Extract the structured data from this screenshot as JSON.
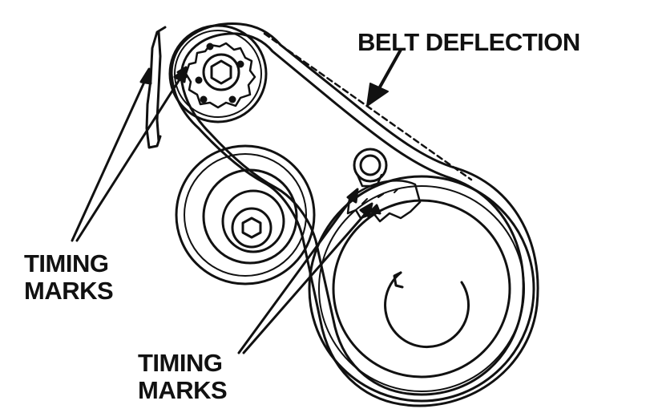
{
  "labels": {
    "belt_deflection": "BELT DEFLECTION",
    "timing_marks_left": {
      "line1": "TIMING",
      "line2": "MARKS"
    },
    "timing_marks_bottom": {
      "line1": "TIMING",
      "line2": "MARKS"
    }
  },
  "colors": {
    "ink": "#111111",
    "background": "#ffffff"
  }
}
